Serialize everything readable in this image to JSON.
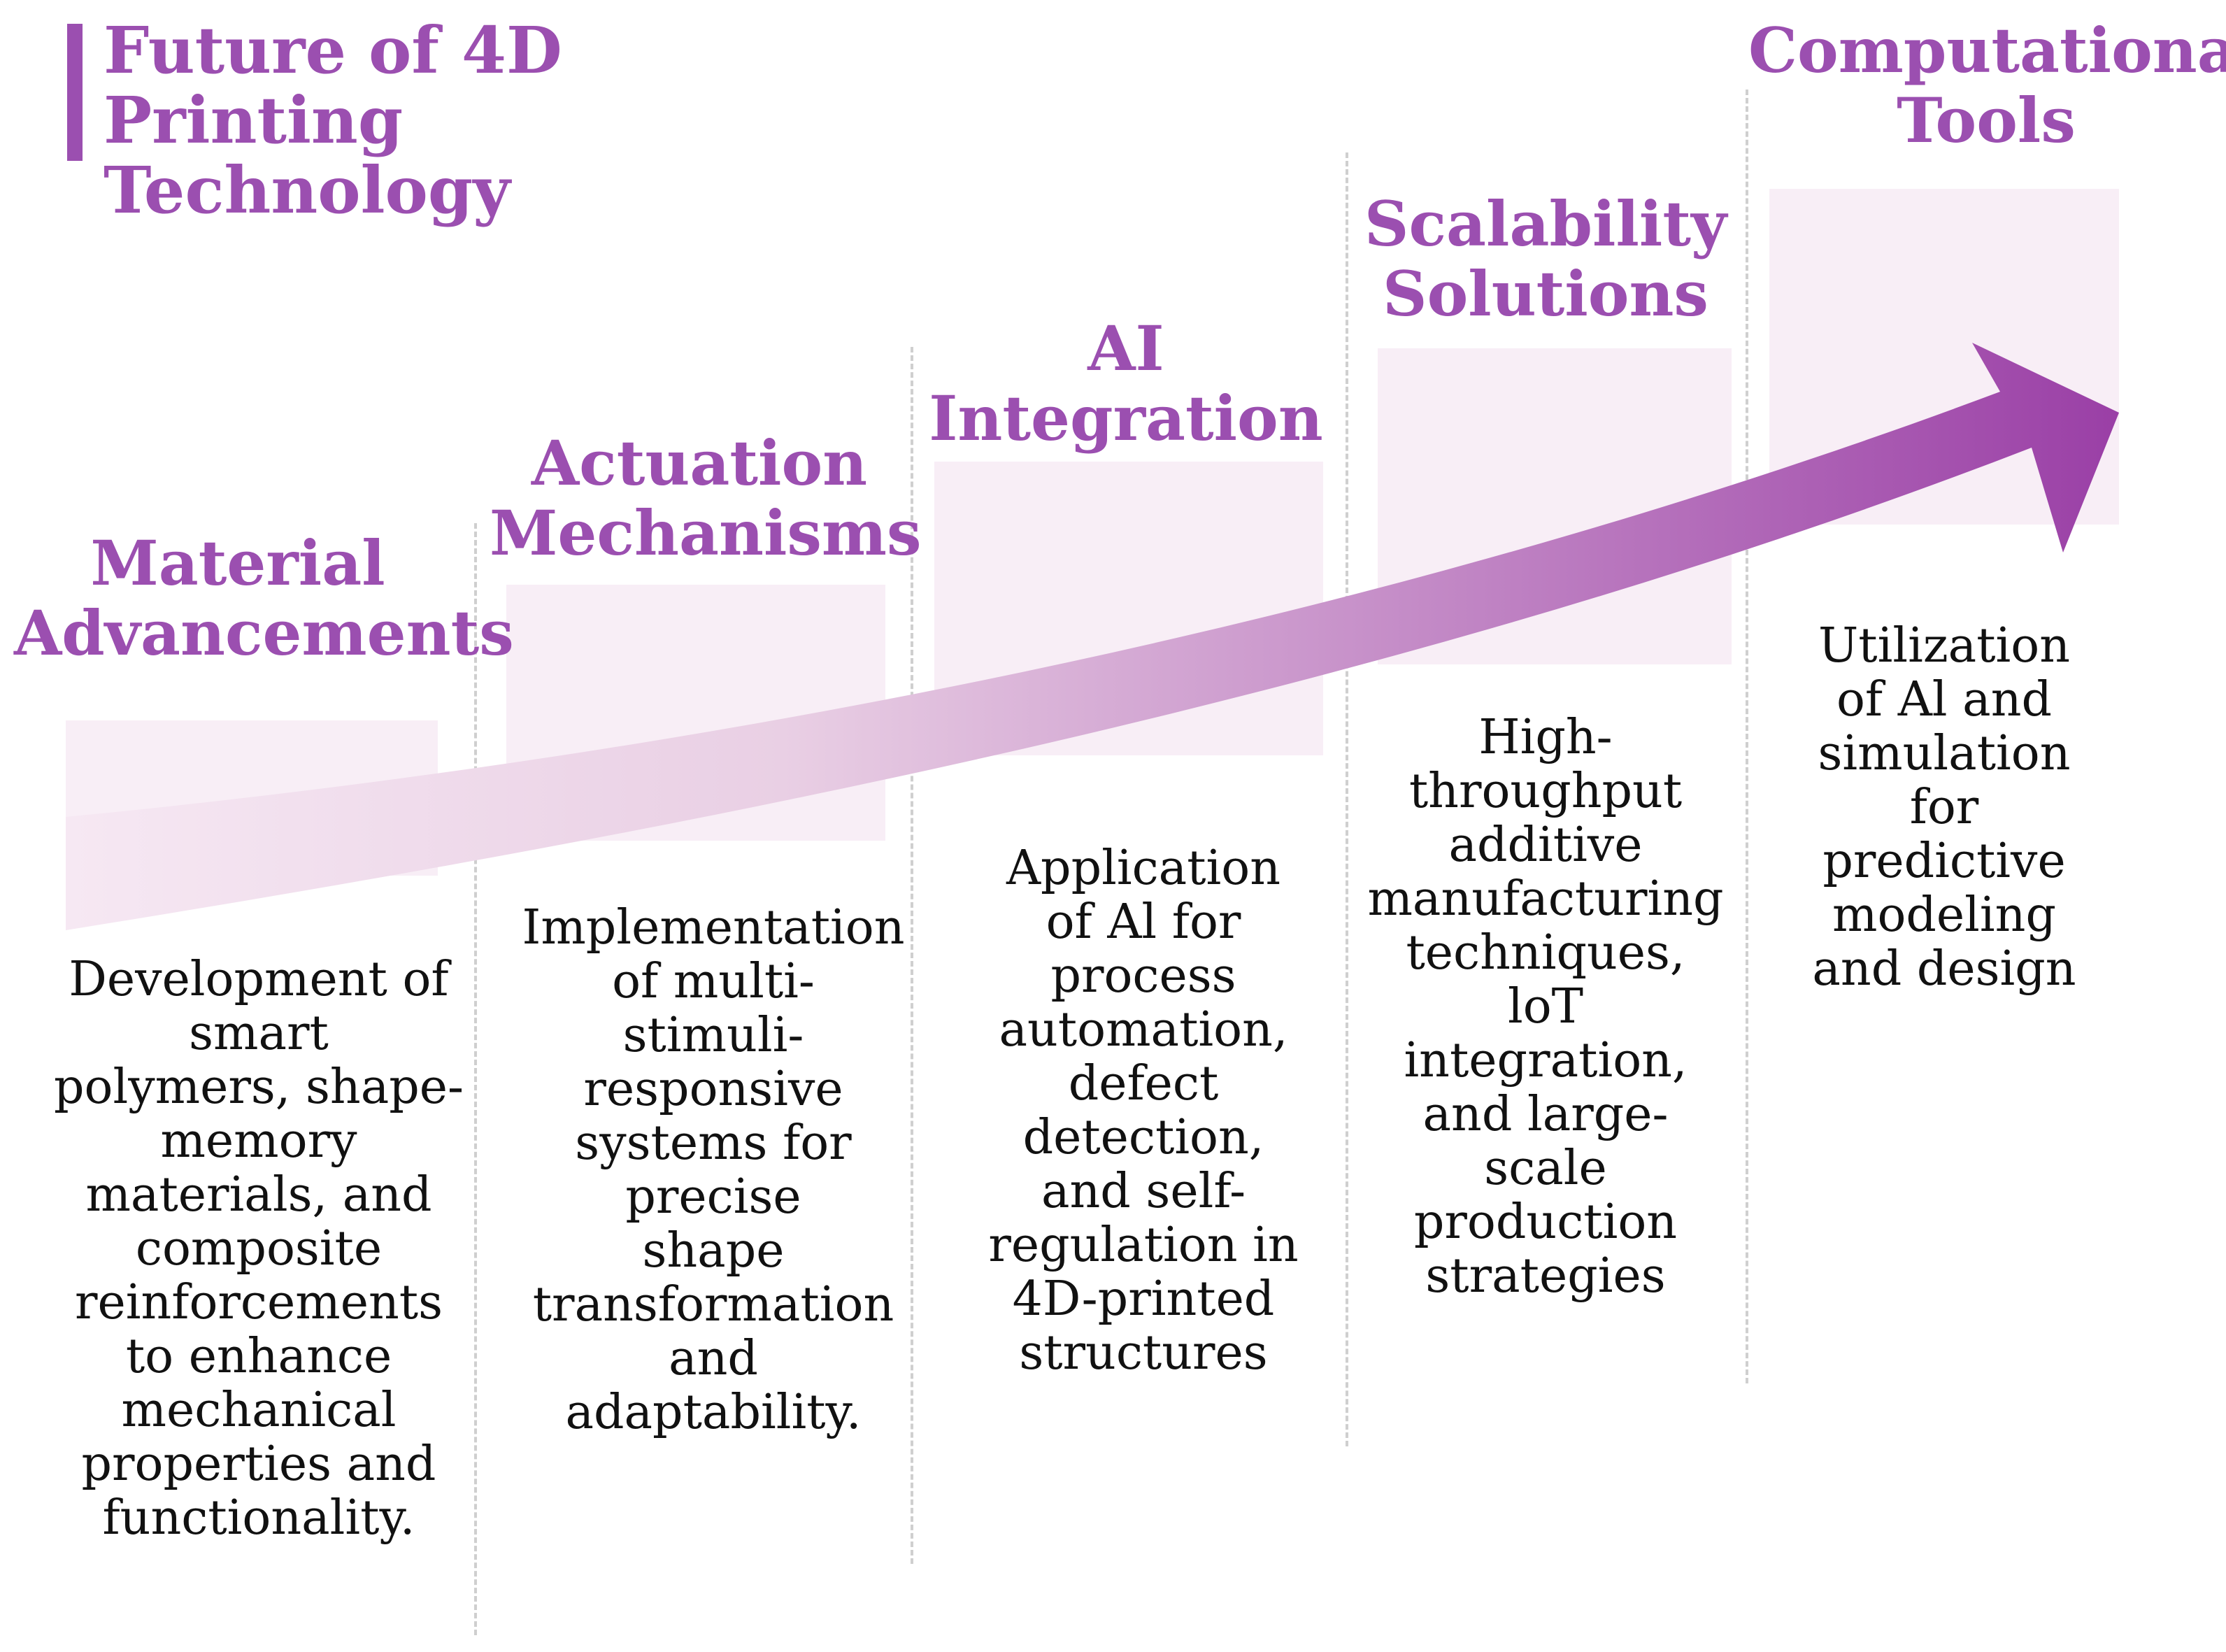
{
  "title": {
    "text": "Future of 4D Printing\nTechnology"
  },
  "colors": {
    "accent": "#9b4fb0",
    "accent_dark": "#9a3fa6",
    "block_fill": "#f8eef6",
    "arrow_start": "#f6e8f3",
    "arrow_end": "#9a3fa6",
    "divider": "#cfcfcf",
    "text": "#111111"
  },
  "columns": [
    {
      "title": "Material\nAdvancements",
      "description": "Development of\nsmart\npolymers, shape-\nmemory\nmaterials, and\ncomposite\nreinforcements\nto enhance\nmechanical\nproperties and\nfunctionality."
    },
    {
      "title": "Actuation\nMechanisms",
      "description": "Implementation\nof multi-\nstimuli-\nresponsive\nsystems for\nprecise\nshape\ntransformation\nand\nadaptability."
    },
    {
      "title": "AI\nIntegration",
      "description": "Application\nof Al for\nprocess\nautomation,\ndefect\ndetection,\nand self-\nregulation in\n4D-printed\nstructures"
    },
    {
      "title": "Scalability\nSolutions",
      "description": "High-\nthroughput\nadditive\nmanufacturing\ntechniques,\nloT\nintegration,\nand large-\nscale\nproduction\nstrategies"
    },
    {
      "title": "Computational\nTools",
      "description": "Utilization\nof Al and\nsimulation\nfor\npredictive\nmodeling\nand design"
    }
  ]
}
